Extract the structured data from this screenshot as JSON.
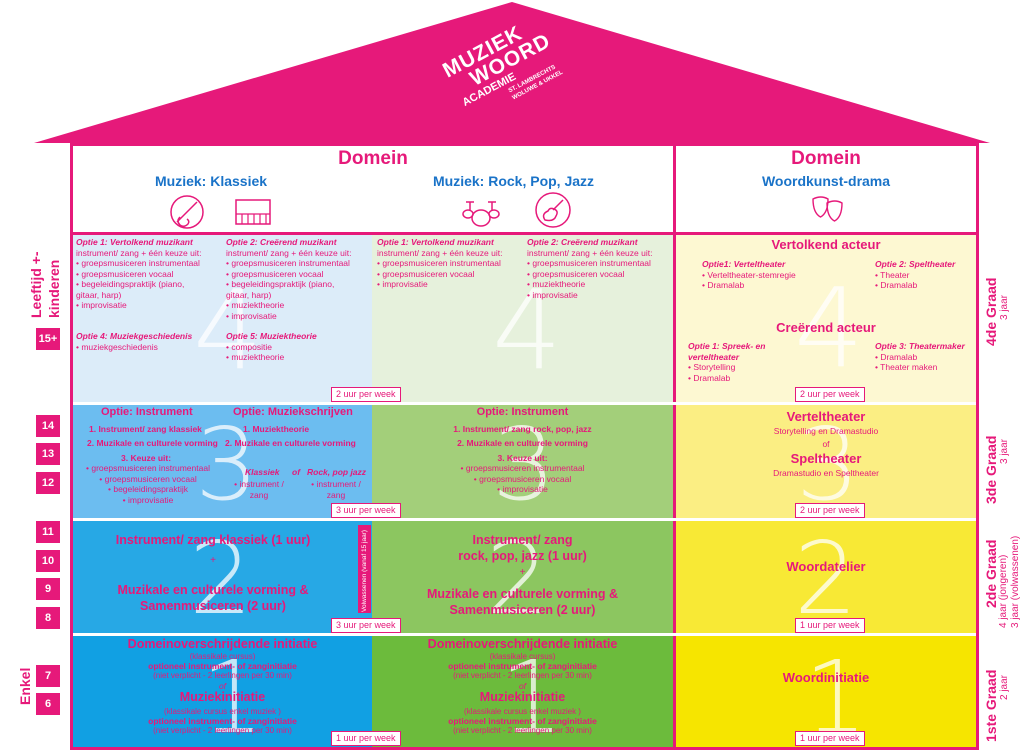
{
  "logo": {
    "line1": "MUZIEK",
    "line2": "WOORD",
    "line3": "ACADEMIE",
    "sub1": "ST. LAMBRECHTS",
    "sub2": "WOLUWE & UKKEL"
  },
  "header": {
    "left_domain": "Domein",
    "right_domain": "Domein",
    "klassiek": "Muziek: Klassiek",
    "rock": "Muziek: Rock, Pop, Jazz",
    "woord": "Woordkunst-drama"
  },
  "side": {
    "leeftijd": "Leeftijd +-",
    "kinderen": "kinderen",
    "enkel": "Enkel",
    "ages": [
      "15+",
      "14",
      "13",
      "12",
      "11",
      "10",
      "9",
      "8",
      "7",
      "6"
    ],
    "g4": "4de Graad",
    "g4s": "3 jaar",
    "g3": "3de Graad",
    "g3s": "3 jaar",
    "g2": "2de Graad",
    "g2s": "4 jaar (jongeren)",
    "g2s2": "3 jaar (volwassenen)",
    "g1": "1ste Graad",
    "g1s": "2 jaar"
  },
  "nums": {
    "n4": "4",
    "n3": "3",
    "n2": "2",
    "n1": "1"
  },
  "row4": {
    "k_o1_title": "Optie 1: Vertolkend muzikant",
    "k_o1": [
      "instrument/ zang + één keuze uit:",
      "• groepsmusiceren instrumentaal",
      "• groepsmusiceren vocaal",
      "• begeleidingspraktijk (piano,",
      "gitaar, harp)",
      "• improvisatie"
    ],
    "k_o2_title": "Optie 2: Creërend muzikant",
    "k_o2": [
      "instrument/ zang + één keuze uit:",
      "• groepsmusiceren instrumentaal",
      "• groepsmusiceren vocaal",
      "• begeleidingspraktijk (piano,",
      "gitaar, harp)",
      "• muziektheorie",
      "• improvisatie"
    ],
    "k_o4_title": "Optie 4: Muziekgeschiedenis",
    "k_o4": [
      "• muziekgeschiedenis"
    ],
    "k_o5_title": "Optie 5: Muziektheorie",
    "k_o5": [
      "• compositie",
      "• muziektheorie"
    ],
    "r_o1_title": "Optie 1: Vertolkend muzikant",
    "r_o1": [
      "instrument/ zang + één keuze uit:",
      "• groepsmusiceren instrumentaal",
      "• groepsmusiceren vocaal",
      "• improvisatie"
    ],
    "r_o2_title": "Optie 2: Creërend muzikant",
    "r_o2": [
      "instrument/ zang + één keuze uit:",
      "• groepsmusiceren instrumentaal",
      "• groepsmusiceren vocaal",
      "• muziektheorie",
      "• improvisatie"
    ],
    "hours_m": "2 uur per week",
    "w_title1": "Vertolkend acteur",
    "w_o1_title": "Optie1: Verteltheater",
    "w_o1": [
      "• Verteltheater-stemregie",
      "• Dramalab"
    ],
    "w_o2_title": "Optie 2: Speltheater",
    "w_o2": [
      "• Theater",
      "• Dramalab"
    ],
    "w_title2": "Creërend acteur",
    "w_o3_title": "Optie 1: Spreek- en verteltheater",
    "w_o3": [
      "• Storytelling",
      "• Dramalab"
    ],
    "w_o4_title": "Optie 3: Theatermaker",
    "w_o4": [
      "• Dramalab",
      "• Theater maken"
    ],
    "hours_w": "2 uur per week"
  },
  "row3": {
    "k_t1": "Optie: Instrument",
    "k_t2": "Optie: Muziekschrijven",
    "k_l1a": "1. Instrument/ zang klassiek",
    "k_l1b": "1. Muziektheorie",
    "k_l2a": "2. Muzikale en culturele vorming",
    "k_l2b": "2. Muzikale en culturele vorming",
    "k_l3": "3. Keuze uit:",
    "k_list": [
      "• groepsmusiceren instrumentaal",
      "• groepsmusiceren vocaal",
      "• begeleidingspraktijk",
      "• improvisatie"
    ],
    "k_kl": "Klassiek",
    "k_of": "of",
    "k_rpj": "Rock, pop jazz",
    "k_kl2": "• instrument / zang",
    "k_rpj2": "• instrument / zang",
    "r_t": "Optie: Instrument",
    "r_l1": "1. Instrument/ zang rock, pop, jazz",
    "r_l2": "2. Muzikale en culturele vorming",
    "r_l3": "3. Keuze uit:",
    "r_list": [
      "• groepsmusiceren instrumentaal",
      "• groepsmusiceren vocaal",
      "• improvisatie"
    ],
    "hours_m": "3 uur per week",
    "w_t1": "Verteltheater",
    "w_s1": "Storytelling en Dramastudio",
    "w_of": "of",
    "w_t2": "Speltheater",
    "w_s2": "Dramastudio en Speltheater",
    "hours_w": "2 uur per week"
  },
  "row2": {
    "k_l1": "Instrument/ zang klassiek (1 uur)",
    "k_plus": "+",
    "k_l2": "Muzikale en culturele vorming &",
    "k_l3": "Samenmusiceren (2 uur)",
    "vert": "Volwassenen (vanaf 15 jaar)",
    "r_l1": "Instrument/ zang",
    "r_l2": "rock, pop, jazz (1 uur)",
    "r_plus": "+",
    "r_l3": "Muzikale en culturele vorming &",
    "r_l4": "Samenmusiceren (2 uur)",
    "hours_m": "3 uur per week",
    "w_t": "Woordatelier",
    "hours_w": "1 uur per week"
  },
  "row1": {
    "k_t1": "Domeinoverschrijdende initiatie",
    "k_s1": "(klassikale cursus)",
    "k_s2": "optioneel instrument- of zanginitiatie",
    "k_s3": "(niet verplicht - 2 leerlingen per 30 min)",
    "k_of": "of",
    "k_t2": "Muziekinitiatie",
    "k_s4": "(klassikale cursus enkel muziek )",
    "k_s5": "optioneel instrument- of zanginitiatie",
    "k_s6": "(niet verplicht - 2 leerlingen per 30 min)",
    "r_t1": "Domeinoverschrijdende initiatie",
    "r_s1": "(klassikale cursus)",
    "r_s2": "optioneel instrument- of zanginitiatie",
    "r_s3": "(niet verplicht - 2 leerlingen per 30 min)",
    "r_of": "of",
    "r_t2": "Muziekinitiatie",
    "r_s4": "(klassikale cursus enkel muziek )",
    "r_s5": "optioneel instrument- of zanginitiatie",
    "r_s6": "(niet verplicht - 2 leerlingen per 30 min)",
    "hours_m": "1 uur per week",
    "w_t": "Woordinitiatie",
    "hours_w": "1 uur per week"
  },
  "colors": {
    "pink": "#e6197a",
    "blue": "#1a73c8"
  }
}
